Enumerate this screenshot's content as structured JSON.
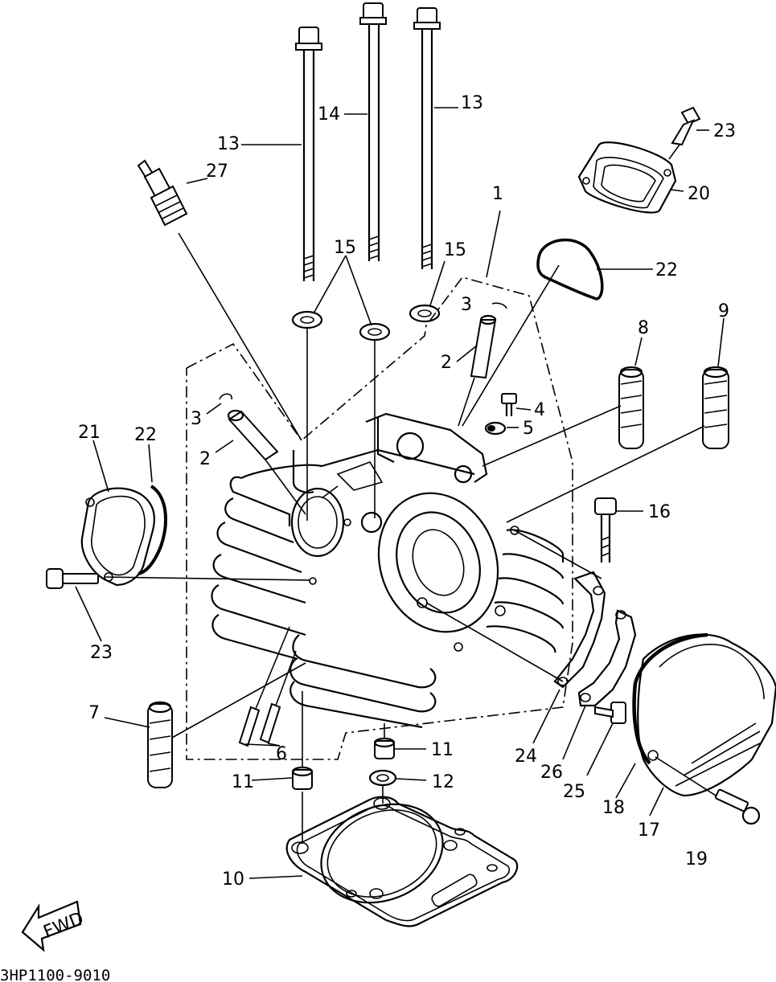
{
  "diagram_code": "3HP1100-9010",
  "fwd_label": "FWD",
  "labels": {
    "p1": "1",
    "p2a": "2",
    "p2b": "2",
    "p3a": "3",
    "p3b": "3",
    "p4": "4",
    "p5": "5",
    "p6": "6",
    "p7": "7",
    "p8": "8",
    "p9": "9",
    "p10": "10",
    "p11a": "11",
    "p11b": "11",
    "p12": "12",
    "p13a": "13",
    "p13b": "13",
    "p14": "14",
    "p15a": "15",
    "p15b": "15",
    "p16": "16",
    "p17": "17",
    "p18": "18",
    "p19": "19",
    "p20": "20",
    "p21": "21",
    "p22a": "22",
    "p22b": "22",
    "p23a": "23",
    "p23b": "23",
    "p24": "24",
    "p25": "25",
    "p26": "26",
    "p27": "27"
  }
}
